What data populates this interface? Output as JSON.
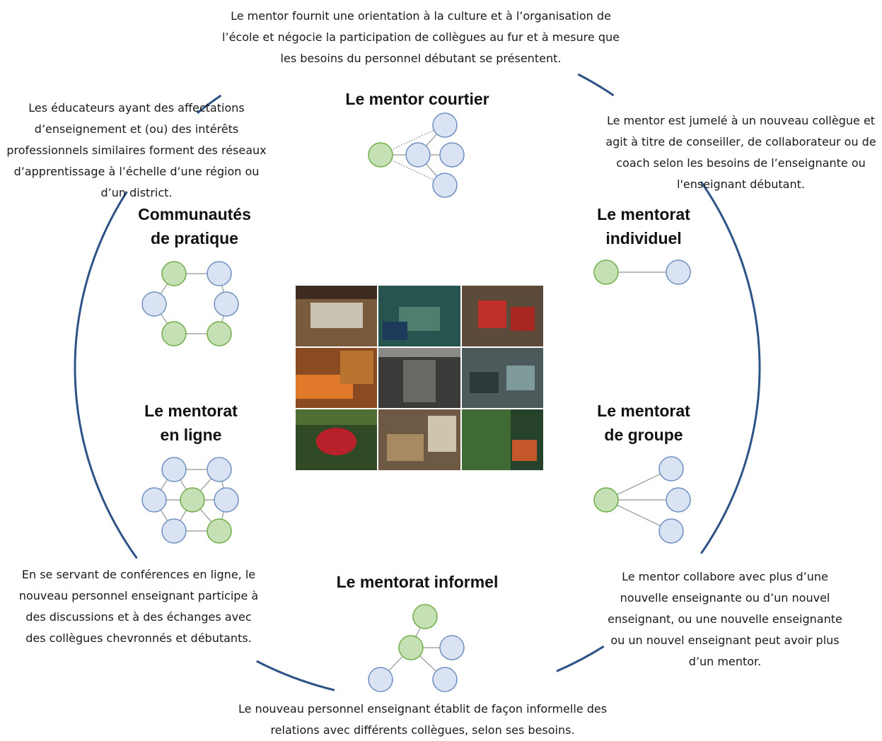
{
  "nodes": [
    {
      "id": "courtier",
      "title_lines": [
        "Le mentor courtier"
      ],
      "description": "Le mentor fournit une orientation à la culture et à l’organisation de l’école et négocie la participation de collègues au fur et à mesure que les besoins du personnel débutant se présentent."
    },
    {
      "id": "individuel",
      "title_lines": [
        "Le mentorat",
        "individuel"
      ],
      "description": "Le mentor est jumelé à un nouveau collègue et agit à titre de conseiller, de collaborateur ou de coach selon les besoins de l’enseignante ou l'enseignant débutant."
    },
    {
      "id": "groupe",
      "title_lines": [
        "Le mentorat",
        "de groupe"
      ],
      "description": "Le mentor collabore avec plus d’une nouvelle enseignante ou d’un nouvel enseignant, ou une nouvelle enseignante ou un nouvel enseignant peut avoir plus d’un mentor."
    },
    {
      "id": "informel",
      "title_lines": [
        "Le mentorat informel"
      ],
      "description": "Le nouveau personnel enseignant établit de façon informelle des relations avec différents collègues, selon ses besoins."
    },
    {
      "id": "en-ligne",
      "title_lines": [
        "Le mentorat",
        "en ligne"
      ],
      "description": "En se servant de conférences en ligne, le nouveau personnel enseignant participe à des discussions et à des échanges avec des collègues chevronnés et débutants."
    },
    {
      "id": "communautes",
      "title_lines": [
        "Communautés",
        "de pratique"
      ],
      "description": "Les éducateurs ayant des affectations d’enseignement et (ou) des intérêts professionnels similaires forment des réseaux d’apprentissage à l’échelle d’une région ou d’un district."
    }
  ],
  "colors": {
    "ring": "#2e5387",
    "mentor_fill": "#c5e0b4",
    "mentor_stroke": "#70ad47",
    "newcomer_fill": "#dae3f3",
    "newcomer_stroke": "#6f8fbf",
    "link": "#a6a6a6"
  }
}
